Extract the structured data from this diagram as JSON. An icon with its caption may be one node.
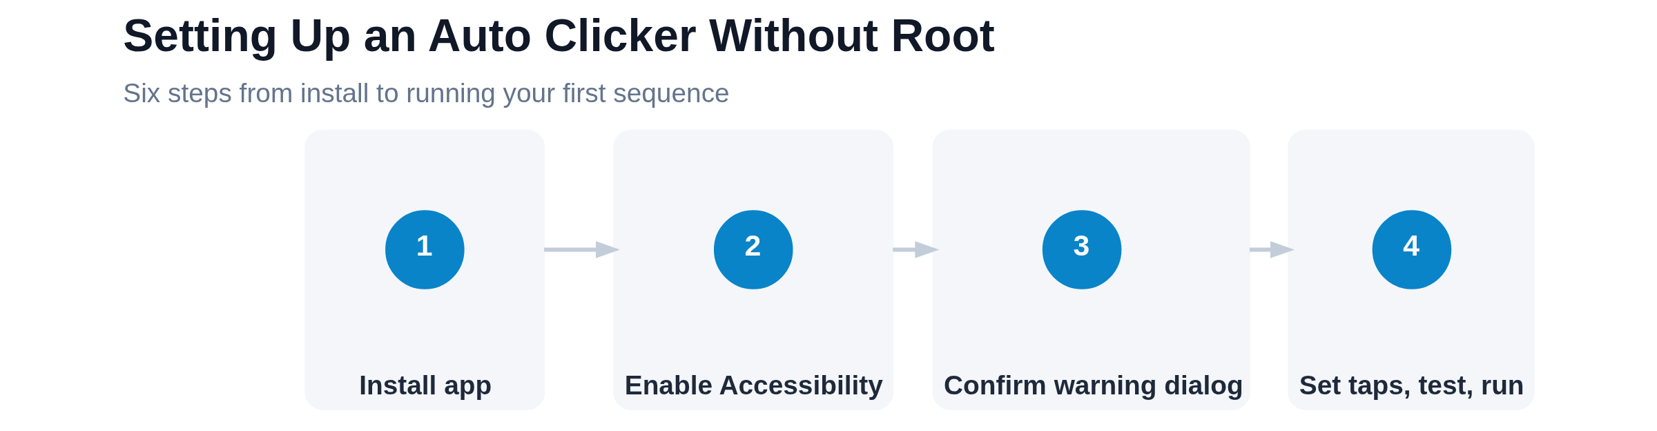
{
  "diagram": {
    "title": "Setting Up an Auto Clicker Without Root",
    "nodes": [
      {
        "text": [
          "Install app"
        ]
      },
      {
        "text": [
          "1"
        ],
        "in": 0
      },
      {
        "text": [
          "Enable Accessibility"
        ]
      },
      {
        "text": [
          "2"
        ],
        "in": 2
      },
      {
        "text": [
          "Confirm warning dialog"
        ]
      },
      {
        "text": [
          "3"
        ],
        "in": 4
      },
      {
        "text": [
          "Set taps, test, run"
        ]
      },
      {
        "text": [
          "4"
        ],
        "in": 6
      }
    ],
    "edges": [
      {
        "from": 0,
        "to": 2,
        "arrow": "to"
      },
      {
        "from": 2,
        "to": 4,
        "arrow": "to"
      },
      {
        "from": 4,
        "to": 6,
        "arrow": "to"
      }
    ],
    "labels": [
      "Six steps from install to running your first sequence"
    ]
  }
}
